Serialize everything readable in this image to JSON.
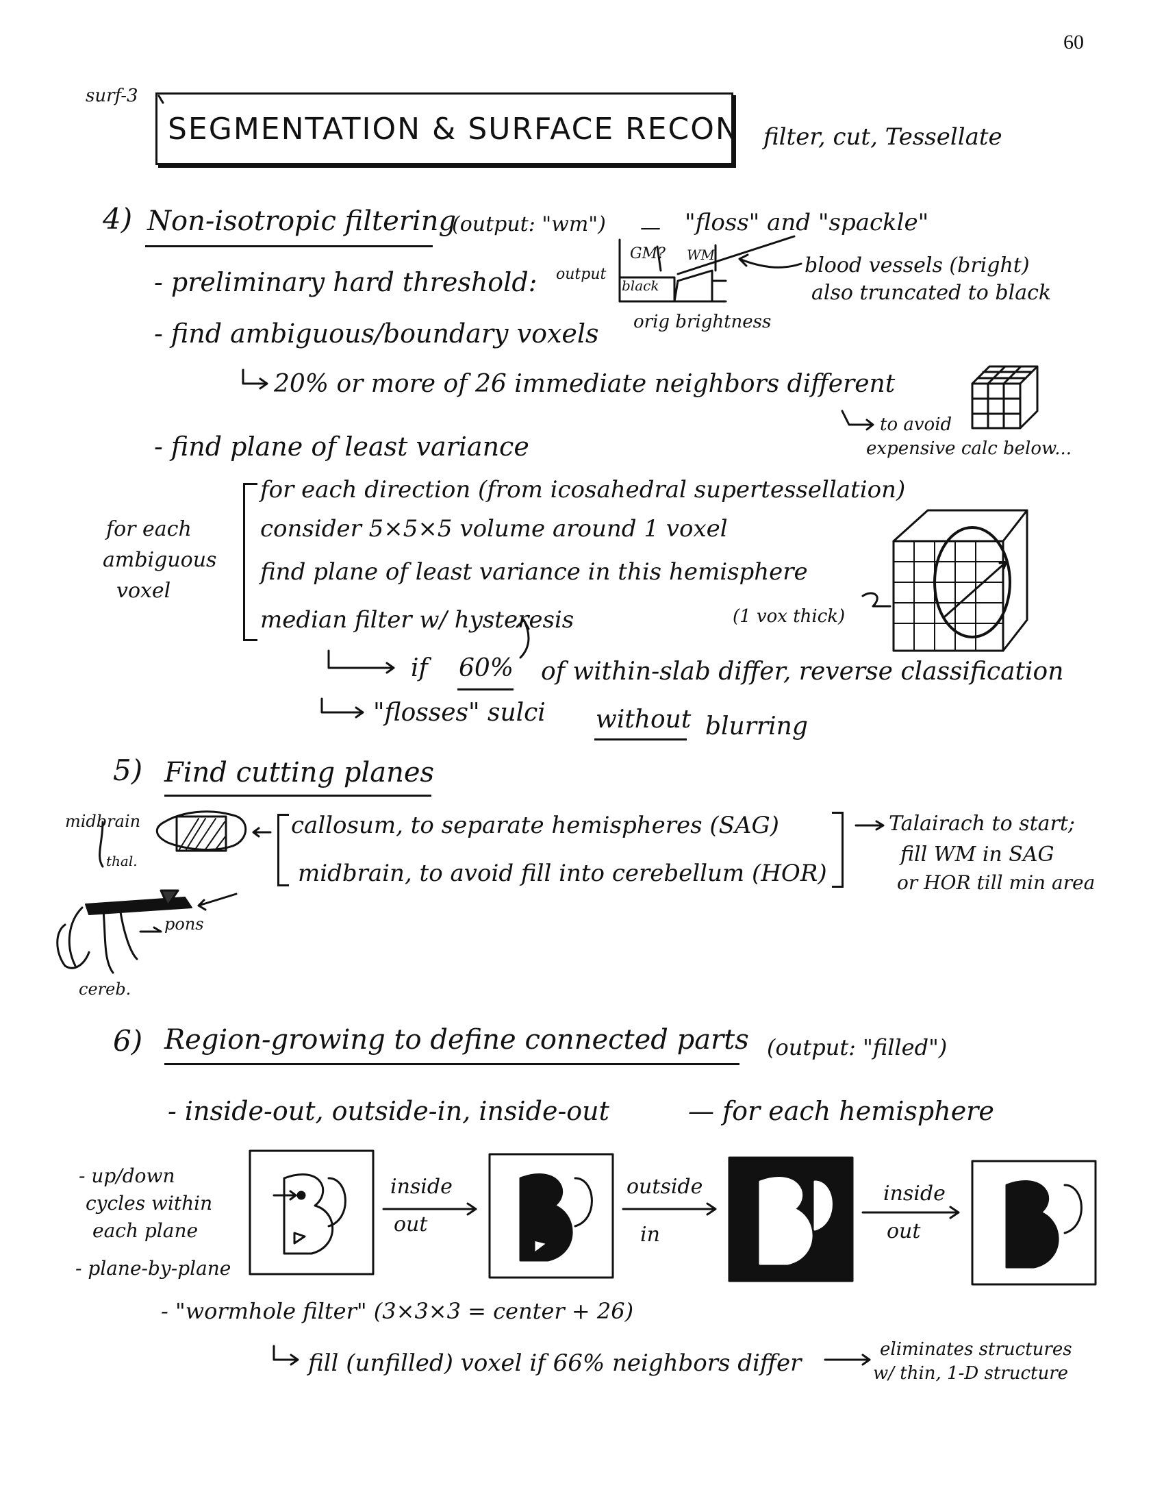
{
  "page_number": "60",
  "surf_label": "surf-3",
  "title": "SEGMENTATION & SURFACE RECON",
  "title_note": "filter, cut, Tessellate",
  "s4": {
    "heading_num": "4)",
    "heading": "Non-isotropic filtering",
    "output": "(output: \"wm\")",
    "dash": "—",
    "floss": "\"floss\" and \"spackle\"",
    "threshold": "- preliminary hard threshold:",
    "graph_output": "output",
    "graph_gm": "GM?",
    "graph_wm": "WM",
    "graph_black": "black",
    "graph_orig": "orig brightness",
    "blood_vessels": "blood vessels (bright)",
    "also_truncated": "also truncated to black",
    "ambiguous": "- find ambiguous/boundary voxels",
    "twenty_pct": "20% or more of 26 immediate neighbors different",
    "to_avoid": "to avoid",
    "expensive": "expensive calc below...",
    "least_var": "- find plane of least variance",
    "for_each_1": "for each",
    "for_each_2": "ambiguous",
    "for_each_3": "voxel",
    "b1": "for each direction (from icosahedral supertessellation)",
    "b2": "consider 5×5×5 volume around 1 voxel",
    "b3": "find plane of least variance in this hemisphere",
    "b4": "median filter w/ hysteresis",
    "vox_thick": "(1 vox thick)",
    "sixty_if": "if",
    "sixty_pct": "60%",
    "sixty_rest": "of within-slab differ, reverse classification",
    "flosses_a": "\"flosses\" sulci",
    "flosses_without": "without",
    "flosses_b": "blurring"
  },
  "s5": {
    "heading_num": "5)",
    "heading": "Find cutting planes",
    "midbrain": "midbrain",
    "thal": "thal.",
    "pons": "pons",
    "cereb": "cereb.",
    "callosum": "callosum, to separate hemispheres (SAG)",
    "midbrain_line": "midbrain, to avoid fill into cerebellum (HOR)",
    "tal_1": "Talairach to start;",
    "tal_2": "fill WM in SAG",
    "tal_3": "or HOR till min area"
  },
  "s6": {
    "heading_num": "6)",
    "heading": "Region-growing to define connected parts",
    "output": "(output: \"filled\")",
    "inside_out": "- inside-out, outside-in, inside-out",
    "for_each_hemi": "— for each hemisphere",
    "updown_1": "- up/down",
    "updown_2": "cycles within",
    "updown_3": "each plane",
    "plane_by_plane": "- plane-by-plane",
    "arrow1_a": "inside",
    "arrow1_b": "out",
    "arrow2_a": "outside",
    "arrow2_b": "in",
    "arrow3_a": "inside",
    "arrow3_b": "out",
    "wormhole": "- \"wormhole filter\" (3×3×3 = center + 26)",
    "fill": "fill (unfilled) voxel if 66% neighbors differ",
    "elim_1": "eliminates structures",
    "elim_2": "w/ thin, 1-D structure"
  }
}
